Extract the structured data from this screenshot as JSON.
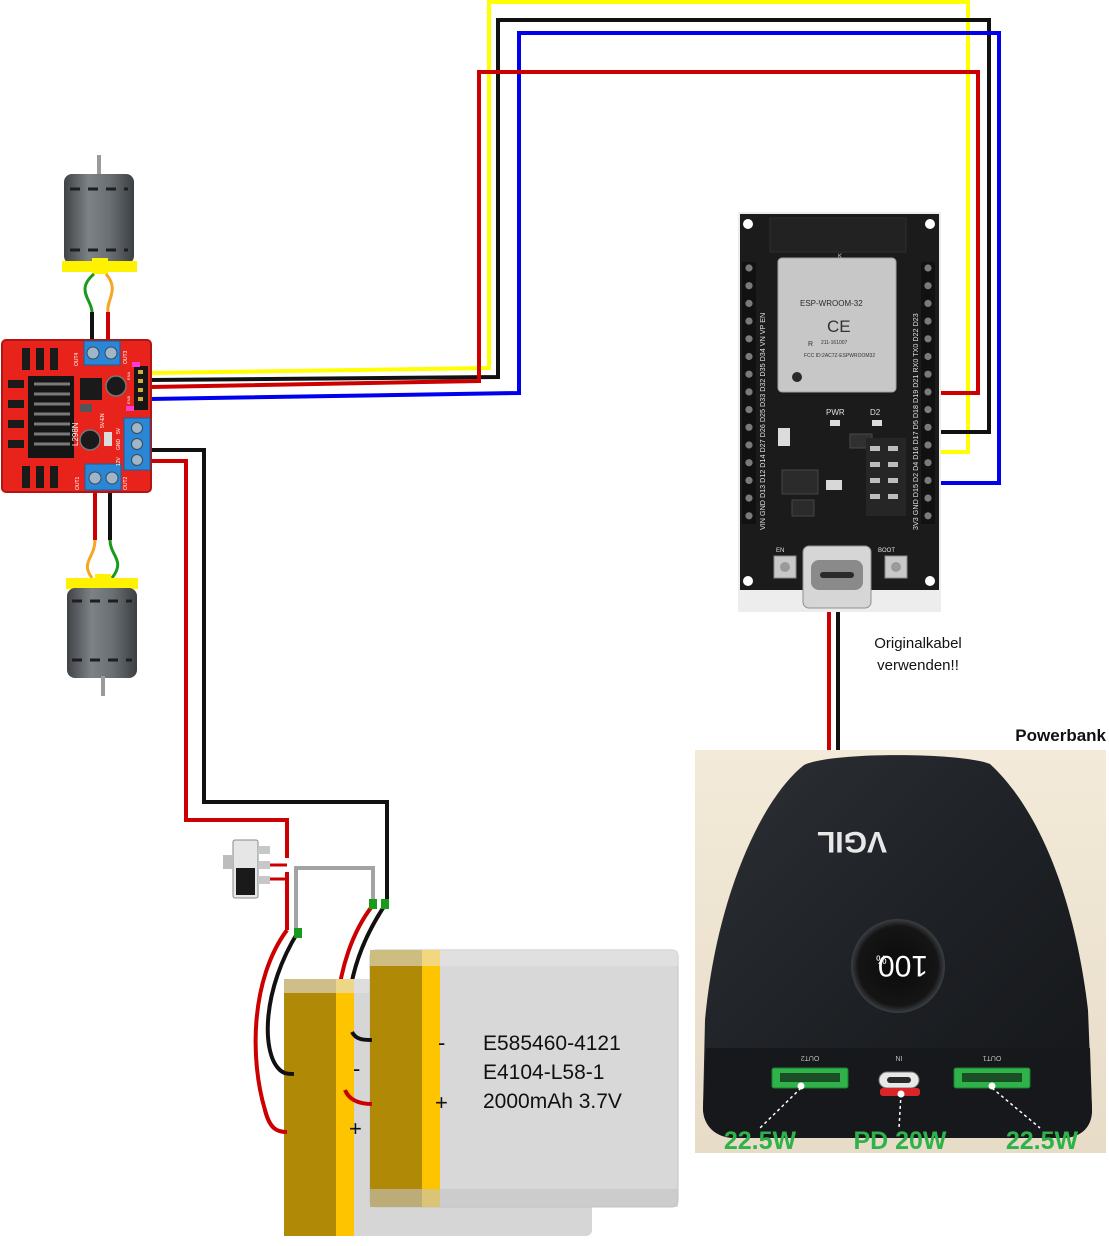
{
  "labels": {
    "powerbank_title": "Powerbank",
    "cable_note_line1": "Originalkabel",
    "cable_note_line2": "verwenden!!",
    "battery_line1": "E585460-4121",
    "battery_line2": "E4104-L58-1",
    "battery_line3": "2000mAh 3.7V",
    "battery_minus": "-",
    "battery_plus": "+",
    "back_battery_minus": "-",
    "back_battery_plus": "+"
  },
  "driver": {
    "chip_label": "L298N",
    "out1": "OUT1",
    "out2": "OUT2",
    "out3": "OUT3",
    "out4": "OUT4",
    "v12": "12V",
    "gnd": "GND",
    "v5": "5V",
    "v5en": "5V-EN",
    "ena": "ENA",
    "enb": "ENB"
  },
  "esp32": {
    "module_name": "ESP-WROOM-32",
    "ce_mark": "CE",
    "r_mark": "R",
    "cert_number": "211-161007",
    "fcc_id": "FCC ID:2AC7Z-ESPWROOM32",
    "pwr_led": "PWR",
    "d2_led": "D2",
    "en_button": "EN",
    "boot_button": "BOOT",
    "k_mark": "K",
    "left_pins": "VIN GND D13 D12 D14 D27 D26 D25 D33 D32 D35 D34 VN VP EN",
    "right_pins": "3V3 GND D15 D2 D4 D16 D17 D5 D18 D19 D21 RX0 TX0 D22 D23"
  },
  "powerbank": {
    "brand": "VGIL",
    "display": "100",
    "display_percent": "%",
    "port_out2": "OUT2",
    "port_in": "IN",
    "port_out1": "OUT1",
    "watt_left": "22.5W",
    "watt_middle": "PD 20W",
    "watt_right": "22.5W"
  },
  "colors": {
    "wire_red": "#cc0000",
    "wire_black": "#111111",
    "wire_yellow": "#ffff00",
    "wire_blue": "#0000ee",
    "wire_green": "#1a9a1a",
    "wire_gray": "#999999",
    "driver_board": "#e8231b",
    "terminal_blue": "#2a86d6",
    "esp_board": "#1b1b1b",
    "battery_gold": "#b08a06",
    "battery_stripe": "#ffc400",
    "battery_body": "#d6d6d6",
    "powerbank_body": "#1f2226",
    "powerbank_green": "#2fb24a",
    "powerbank_bg": "#efe6d6",
    "motor_gray": "#5e6266",
    "motor_yellow": "#fff200"
  }
}
